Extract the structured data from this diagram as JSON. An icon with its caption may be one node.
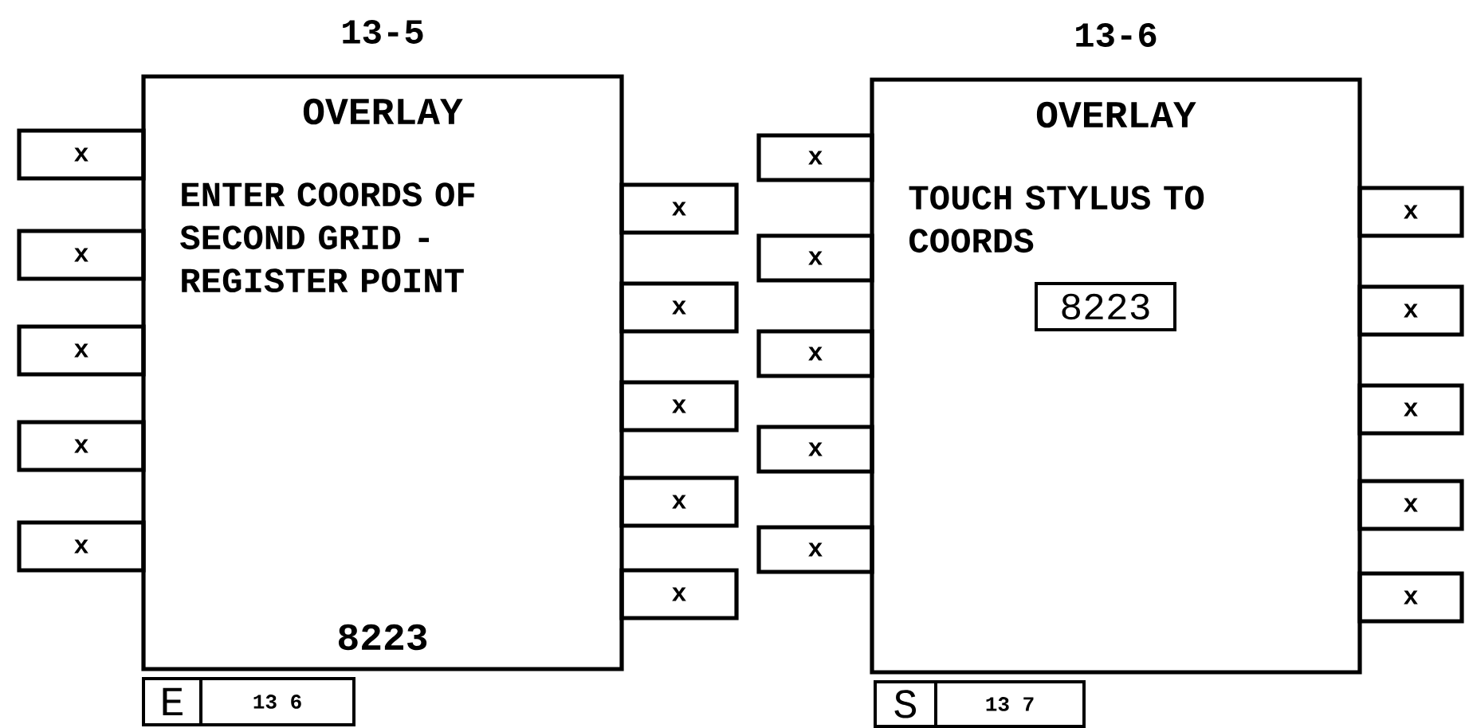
{
  "diagram": {
    "nodes": [
      {
        "text": [
          "13-5",
          "OVERLAY",
          "ENTER COORDS OF SECOND GRID - REGISTER POINT",
          "8223"
        ]
      },
      {
        "text": [
          "x"
        ]
      },
      {
        "text": [
          "x"
        ]
      },
      {
        "text": [
          "x"
        ]
      },
      {
        "text": [
          "x"
        ]
      },
      {
        "text": [
          "x"
        ]
      },
      {
        "text": [
          "x"
        ]
      },
      {
        "text": [
          "x"
        ]
      },
      {
        "text": [
          "x"
        ]
      },
      {
        "text": [
          "x"
        ]
      },
      {
        "text": [
          "x"
        ]
      },
      {
        "text": [
          "E"
        ]
      },
      {
        "text": [
          "13 6"
        ]
      },
      {
        "text": [
          "13-6",
          "OVERLAY",
          "TOUCH STYLUS TO COORDS"
        ]
      },
      {
        "text": [
          "8223"
        ],
        "in": 13
      },
      {
        "text": [
          "x"
        ]
      },
      {
        "text": [
          "x"
        ]
      },
      {
        "text": [
          "x"
        ]
      },
      {
        "text": [
          "x"
        ]
      },
      {
        "text": [
          "x"
        ]
      },
      {
        "text": [
          "x"
        ]
      },
      {
        "text": [
          "x"
        ]
      },
      {
        "text": [
          "x"
        ]
      },
      {
        "text": [
          "x"
        ]
      },
      {
        "text": [
          "x"
        ]
      },
      {
        "text": [
          "S"
        ]
      },
      {
        "text": [
          "13 7"
        ]
      }
    ]
  }
}
